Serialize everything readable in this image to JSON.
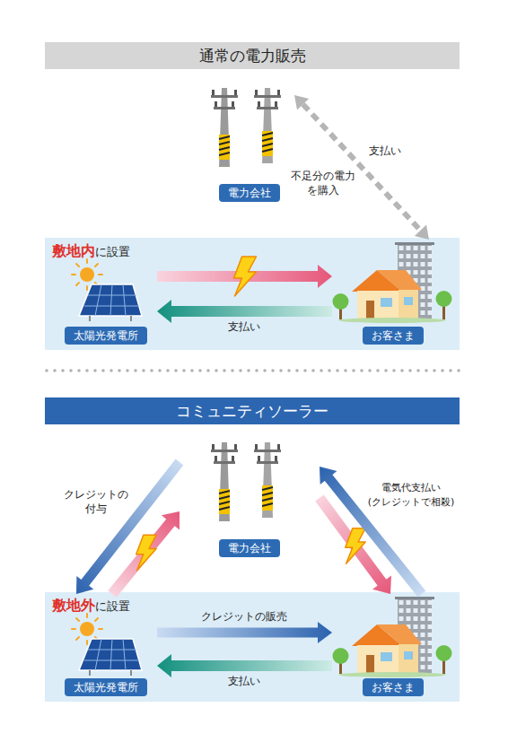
{
  "diagram": {
    "nodes": [
      {
        "text": [
          "通常の電力販売"
        ]
      },
      {
        "text": [
          "電力会社"
        ]
      },
      {
        "text": [
          "敷地内",
          "に設置"
        ]
      },
      {
        "text": [
          "太陽光発電所"
        ],
        "in": 2
      },
      {
        "text": [
          "お客さま"
        ],
        "in": 2
      },
      {
        "text": [
          "コミュニティソーラー"
        ]
      },
      {
        "text": [
          "電力会社"
        ]
      },
      {
        "text": [
          "敷地外",
          "に設置"
        ]
      },
      {
        "text": [
          "太陽光発電所"
        ],
        "in": 7
      },
      {
        "text": [
          "お客さま"
        ],
        "in": 7
      }
    ],
    "edges": [
      {
        "from": 1,
        "to": 4,
        "arrow": "both",
        "label": "支払い"
      },
      {
        "from": 3,
        "to": 4,
        "arrow": "to"
      },
      {
        "from": 4,
        "to": 3,
        "arrow": "to",
        "label": "支払い"
      },
      {
        "from": 8,
        "to": 6,
        "arrow": "to"
      },
      {
        "from": 6,
        "to": 8,
        "arrow": "to",
        "label": "クレジットの 付与"
      },
      {
        "from": 6,
        "to": 9,
        "arrow": "to"
      },
      {
        "from": 9,
        "to": 6,
        "arrow": "to",
        "label": "電気代支払い (クレジットで相殺)"
      },
      {
        "from": 8,
        "to": 9,
        "arrow": "to",
        "label": "クレジットの販売"
      },
      {
        "from": 9,
        "to": 8,
        "arrow": "to",
        "label": "支払い"
      }
    ],
    "labels": [
      "不足分の電力 を購入"
    ]
  }
}
